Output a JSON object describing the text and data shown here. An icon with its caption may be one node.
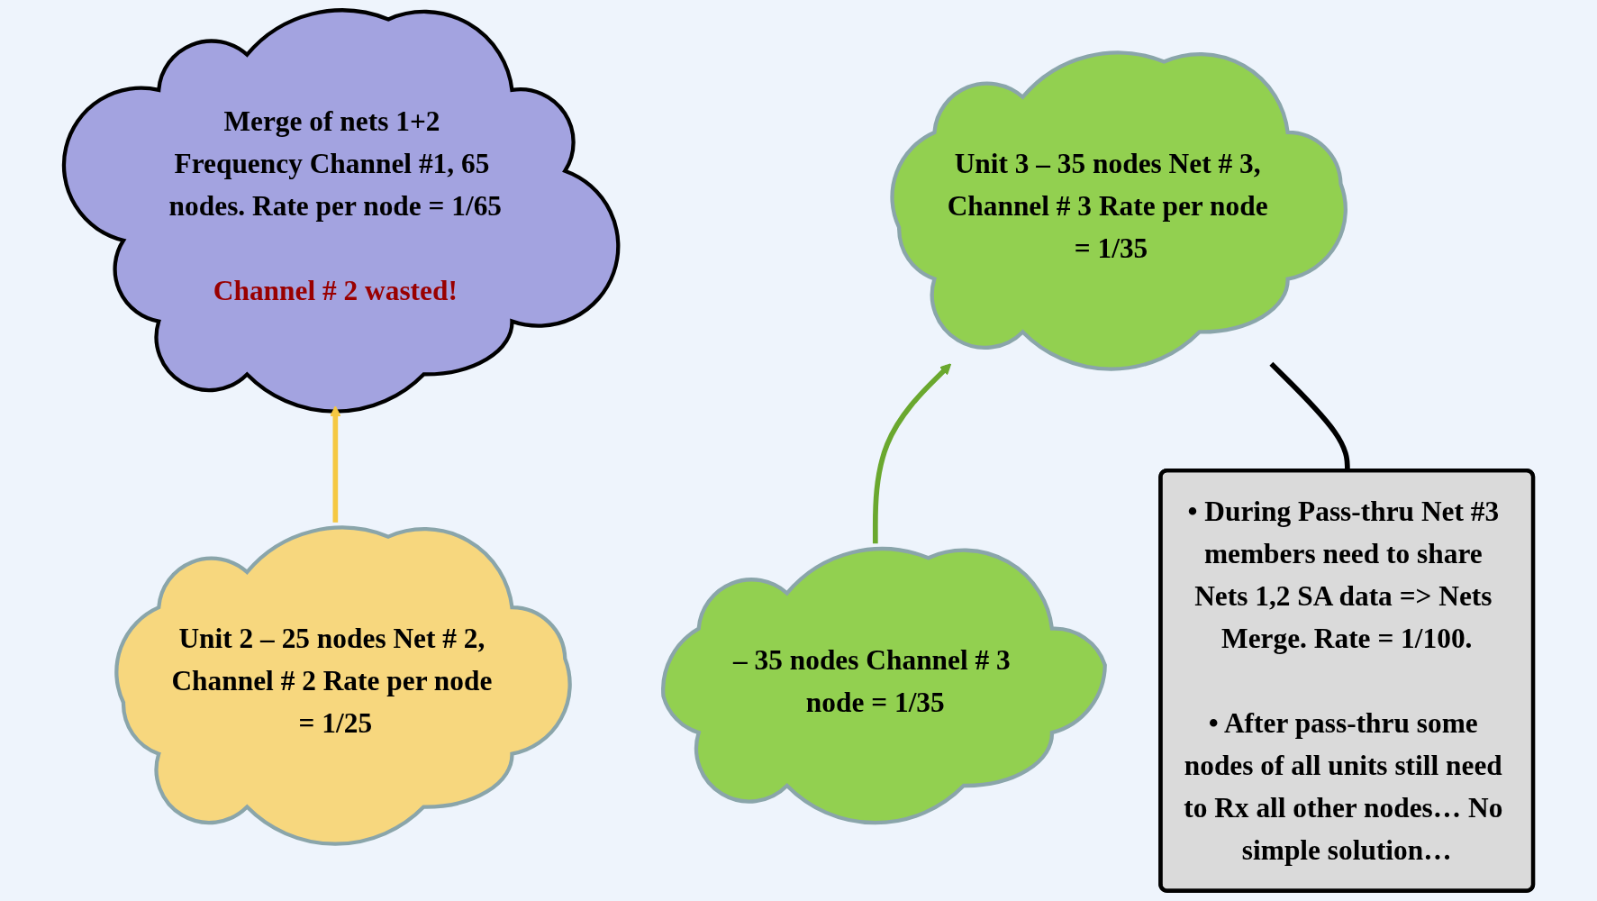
{
  "diagram": {
    "nodes": [
      {
        "text": [
          "Unit 3 – 35 nodes Net # 3, Channel # 3 Rate per node = 1/35"
        ]
      },
      {
        "text": [
          "Merge of nets 1+2 Frequency Channel #1, 65 nodes. Rate per node = 1/65",
          "Channel # 2 wasted!"
        ]
      },
      {
        "text": [
          "Unit 2 – 25 nodes Net # 2, Channel # 2 Rate per node = 1/25"
        ]
      },
      {
        "text": [
          "– 35 nodes Channel # 3 node = 1/35"
        ]
      },
      {
        "text": [
          "• During Pass-thru Net #3 members need to share Nets 1,2 SA data => Nets Merge. Rate = 1/100.",
          "• After pass-thru some nodes of all units still need to Rx all other nodes… No simple solution…"
        ]
      }
    ],
    "edges": [
      {
        "from": 2,
        "to": 1,
        "arrow": "to",
        "color": "#f5c842"
      },
      {
        "from": 3,
        "to": 0,
        "arrow": "to",
        "color": "#6aa82e"
      },
      {
        "from": 4,
        "to": 0,
        "arrow": "none",
        "color": "#000000"
      }
    ]
  }
}
